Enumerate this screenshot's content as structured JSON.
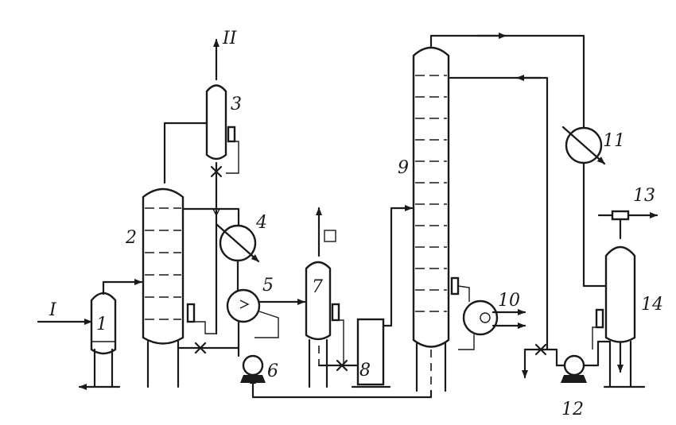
{
  "diagram": {
    "labels": {
      "feed_in": "I",
      "gas_out": "II",
      "u1": "1",
      "u2": "2",
      "u3": "3",
      "u4": "4",
      "u5": "5",
      "u6": "6",
      "u7": "7",
      "u8": "8",
      "u9": "9",
      "u10": "10",
      "u11": "11",
      "u12": "12",
      "u13": "13",
      "u14": "14"
    }
  }
}
